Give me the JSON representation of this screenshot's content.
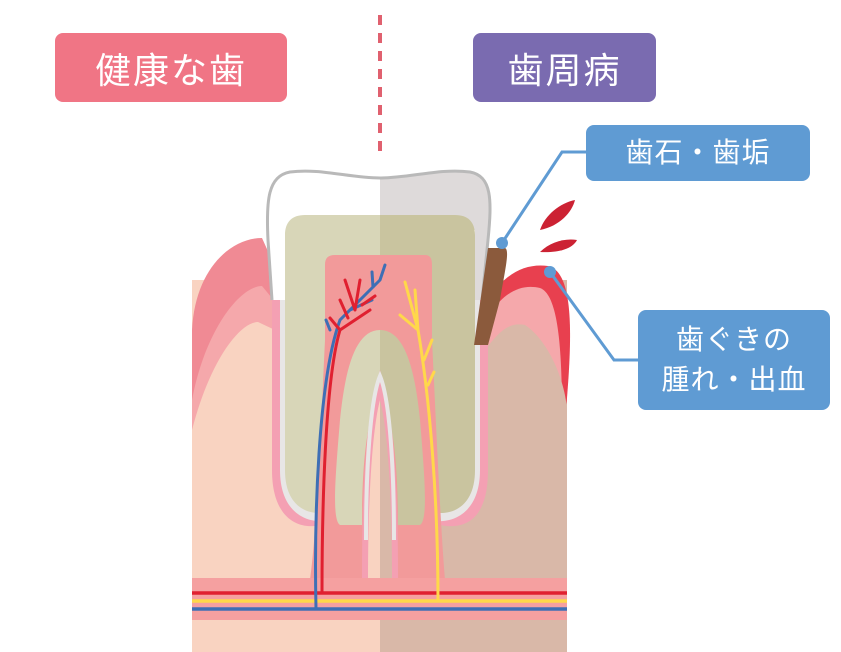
{
  "labels": {
    "healthy": "健康な歯",
    "periodontal": "歯周病",
    "tartar": "歯石・歯垢",
    "gum_line1": "歯ぐきの",
    "gum_line2": "腫れ・出血"
  },
  "colors": {
    "healthy": "#f07585",
    "periodontal": "#7a6bb0",
    "callout": "#5f9bd3",
    "divider": "#e0616f"
  }
}
